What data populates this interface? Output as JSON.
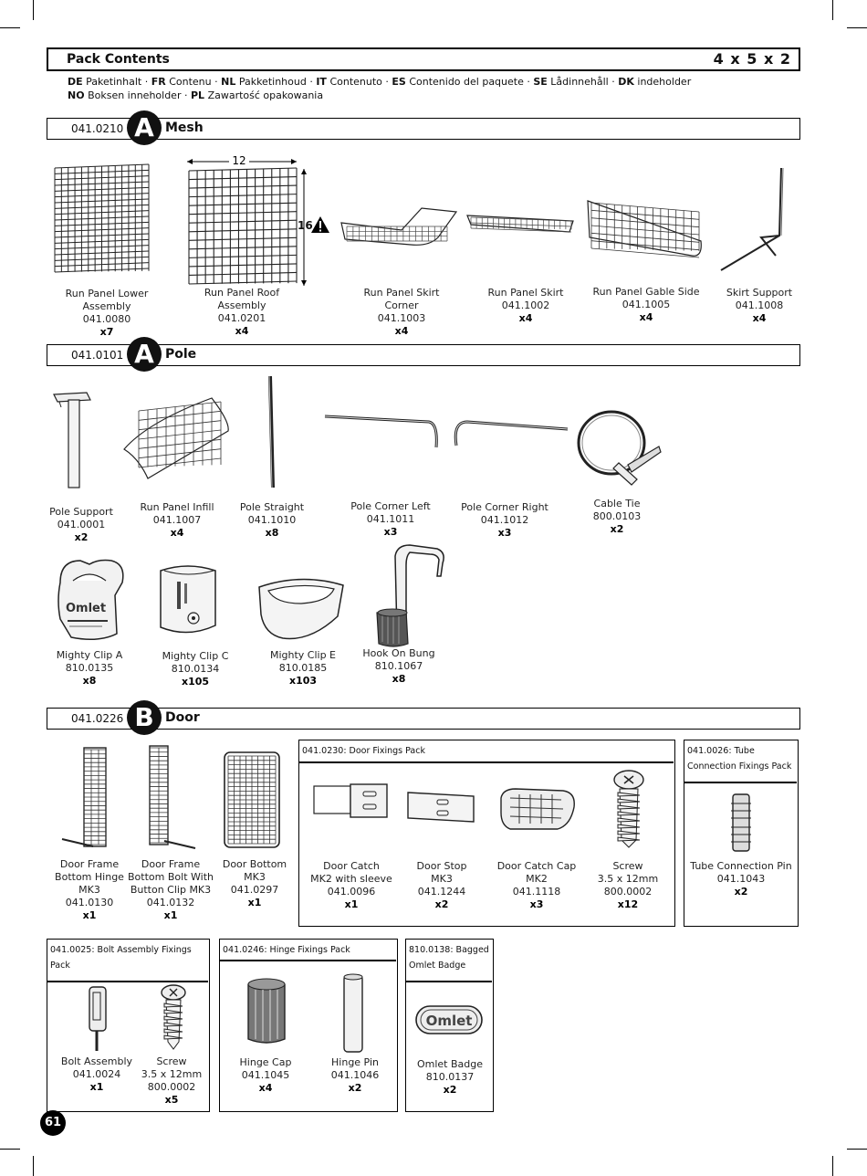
{
  "header": {
    "title": "Pack Contents",
    "size": "4 x 5 x 2",
    "lang_line1": [
      {
        "code": "DE",
        "text": "Paketinhalt"
      },
      {
        "code": "FR",
        "text": "Contenu"
      },
      {
        "code": "NL",
        "text": "Pakketinhoud"
      },
      {
        "code": "IT",
        "text": "Contenuto"
      },
      {
        "code": "ES",
        "text": "Contenido del paquete"
      },
      {
        "code": "SE",
        "text": "Lådinnehåll"
      },
      {
        "code": "DK",
        "text": "indeholder"
      }
    ],
    "lang_line2": [
      {
        "code": "NO",
        "text": "Boksen inneholder"
      },
      {
        "code": "PL",
        "text": "Zawartość opakowania"
      }
    ]
  },
  "sections": {
    "mesh": {
      "code": "041.0210",
      "letter": "A",
      "name": "Mesh"
    },
    "pole": {
      "code": "041.0101",
      "letter": "A",
      "name": "Pole"
    },
    "door": {
      "code": "041.0226",
      "letter": "B",
      "name": "Door"
    }
  },
  "dimensions": {
    "width": "12",
    "height": "16"
  },
  "mesh_items": [
    {
      "lines": [
        "Run Panel Lower",
        "Assembly",
        "041.0080"
      ],
      "qty": "x7"
    },
    {
      "lines": [
        "Run Panel Roof",
        "Assembly",
        "041.0201"
      ],
      "qty": "x4"
    },
    {
      "lines": [
        "Run Panel Skirt Corner",
        "041.1003"
      ],
      "qty": "x4"
    },
    {
      "lines": [
        "Run Panel Skirt",
        "041.1002"
      ],
      "qty": "x4"
    },
    {
      "lines": [
        "Run Panel Gable Side",
        "041.1005"
      ],
      "qty": "x4"
    },
    {
      "lines": [
        "Skirt Support",
        "041.1008"
      ],
      "qty": "x4"
    }
  ],
  "pole_items": [
    {
      "lines": [
        "Pole Support",
        "041.0001"
      ],
      "qty": "x2"
    },
    {
      "lines": [
        "Run Panel Infill",
        "041.1007"
      ],
      "qty": "x4"
    },
    {
      "lines": [
        "Pole Straight",
        "041.1010"
      ],
      "qty": "x8"
    },
    {
      "lines": [
        "Pole Corner Left",
        "041.1011"
      ],
      "qty": "x3"
    },
    {
      "lines": [
        "Pole Corner Right",
        "041.1012"
      ],
      "qty": "x3"
    },
    {
      "lines": [
        "Cable Tie",
        "800.0103"
      ],
      "qty": "x2"
    }
  ],
  "clip_items": [
    {
      "lines": [
        "Mighty Clip A",
        "810.0135"
      ],
      "qty": "x8"
    },
    {
      "lines": [
        "Mighty Clip C",
        "810.0134"
      ],
      "qty": "x105"
    },
    {
      "lines": [
        "Mighty Clip E",
        "810.0185"
      ],
      "qty": "x103"
    },
    {
      "lines": [
        "Hook On Bung",
        "810.1067"
      ],
      "qty": "x8"
    }
  ],
  "door_items": [
    {
      "lines": [
        "Door Frame",
        "Bottom Hinge",
        "MK3",
        "041.0130"
      ],
      "qty": "x1"
    },
    {
      "lines": [
        "Door Frame",
        "Bottom Bolt With",
        "Button Clip MK3",
        "041.0132"
      ],
      "qty": "x1"
    },
    {
      "lines": [
        "Door Bottom",
        "MK3",
        "041.0297"
      ],
      "qty": "x1"
    }
  ],
  "door_fixings": {
    "header": "041.0230: Door Fixings Pack",
    "items": [
      {
        "lines": [
          "Door Catch",
          "MK2 with sleeve",
          "041.0096"
        ],
        "qty": "x1"
      },
      {
        "lines": [
          "Door Stop",
          "MK3",
          "041.1244"
        ],
        "qty": "x2"
      },
      {
        "lines": [
          "Door Catch Cap",
          "MK2",
          "041.1118"
        ],
        "qty": "x3"
      },
      {
        "lines": [
          "Screw",
          "3.5 x 12mm",
          "800.0002"
        ],
        "qty": "x12"
      }
    ]
  },
  "tube_fixings": {
    "header_line1": "041.0026: Tube",
    "header_line2": "Connection Fixings Pack",
    "items": [
      {
        "lines": [
          "Tube Connection Pin",
          "041.1043"
        ],
        "qty": "x2"
      }
    ]
  },
  "bolt_fixings": {
    "header_line1": "041.0025: Bolt Assembly Fixings",
    "header_line2": "Pack",
    "items": [
      {
        "lines": [
          "Bolt Assembly",
          "041.0024"
        ],
        "qty": "x1"
      },
      {
        "lines": [
          "Screw",
          "3.5 x 12mm",
          "800.0002"
        ],
        "qty": "x5"
      }
    ]
  },
  "hinge_fixings": {
    "header": "041.0246: Hinge Fixings Pack",
    "items": [
      {
        "lines": [
          "Hinge Cap",
          "041.1045"
        ],
        "qty": "x4"
      },
      {
        "lines": [
          "Hinge Pin",
          "041.1046"
        ],
        "qty": "x2"
      }
    ]
  },
  "badge_pack": {
    "header_line1": "810.0138: Bagged",
    "header_line2": "Omlet Badge",
    "badge_text": "Omlet",
    "items": [
      {
        "lines": [
          "Omlet Badge",
          "810.0137"
        ],
        "qty": "x2"
      }
    ]
  },
  "clip_logo_text": "Omlet",
  "page_number": "61"
}
